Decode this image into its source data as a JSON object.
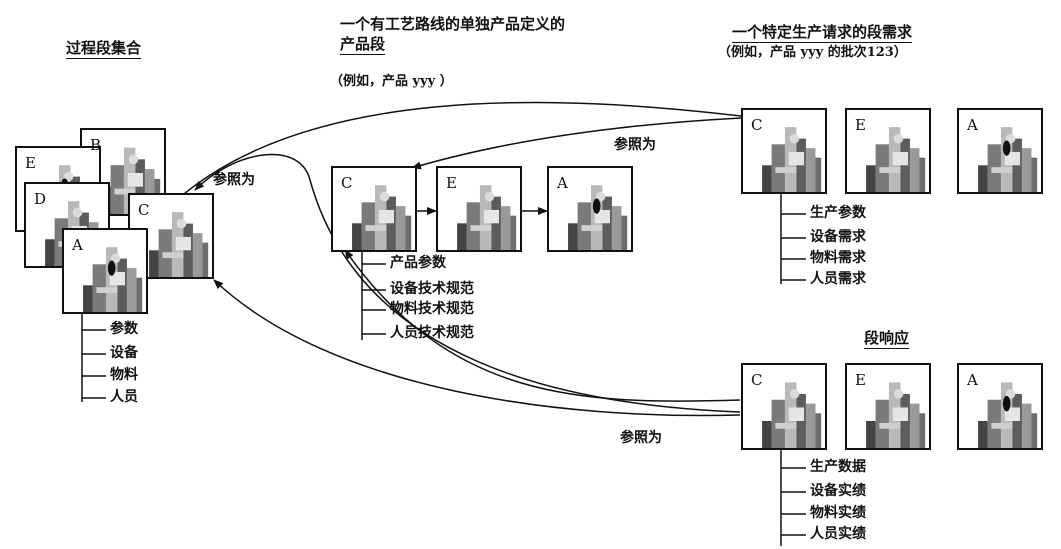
{
  "headers": {
    "process_segments": "过程段集合",
    "product_segment_line1": "一个有工艺路线的单独产品定义的",
    "product_segment_line2": "产品段",
    "product_segment_example": "（例如，产品 yyy ）",
    "segment_requirement_line1": "一个特定生产请求的段需求",
    "segment_requirement_line2": "（例如，产品 yyy 的批次123）",
    "segment_response": "段响应"
  },
  "refers_to_labels": [
    "参照为",
    "参照为",
    "参照为"
  ],
  "process_segments": {
    "card_letters": [
      "E",
      "B",
      "D",
      "C",
      "A"
    ],
    "tree_items": [
      "参数",
      "设备",
      "物料",
      "人员"
    ]
  },
  "product_segment": {
    "card_letters": [
      "C",
      "E",
      "A"
    ],
    "tree_items": [
      "产品参数",
      "设备技术规范",
      "物料技术规范",
      "人员技术规范"
    ]
  },
  "segment_requirement": {
    "card_letters": [
      "C",
      "E",
      "A"
    ],
    "tree_items": [
      "生产参数",
      "设备需求",
      "物料需求",
      "人员需求"
    ]
  },
  "segment_response": {
    "card_letters": [
      "C",
      "E",
      "A"
    ],
    "tree_items": [
      "生产数据",
      "设备实绩",
      "物料实绩",
      "人员实绩"
    ]
  }
}
